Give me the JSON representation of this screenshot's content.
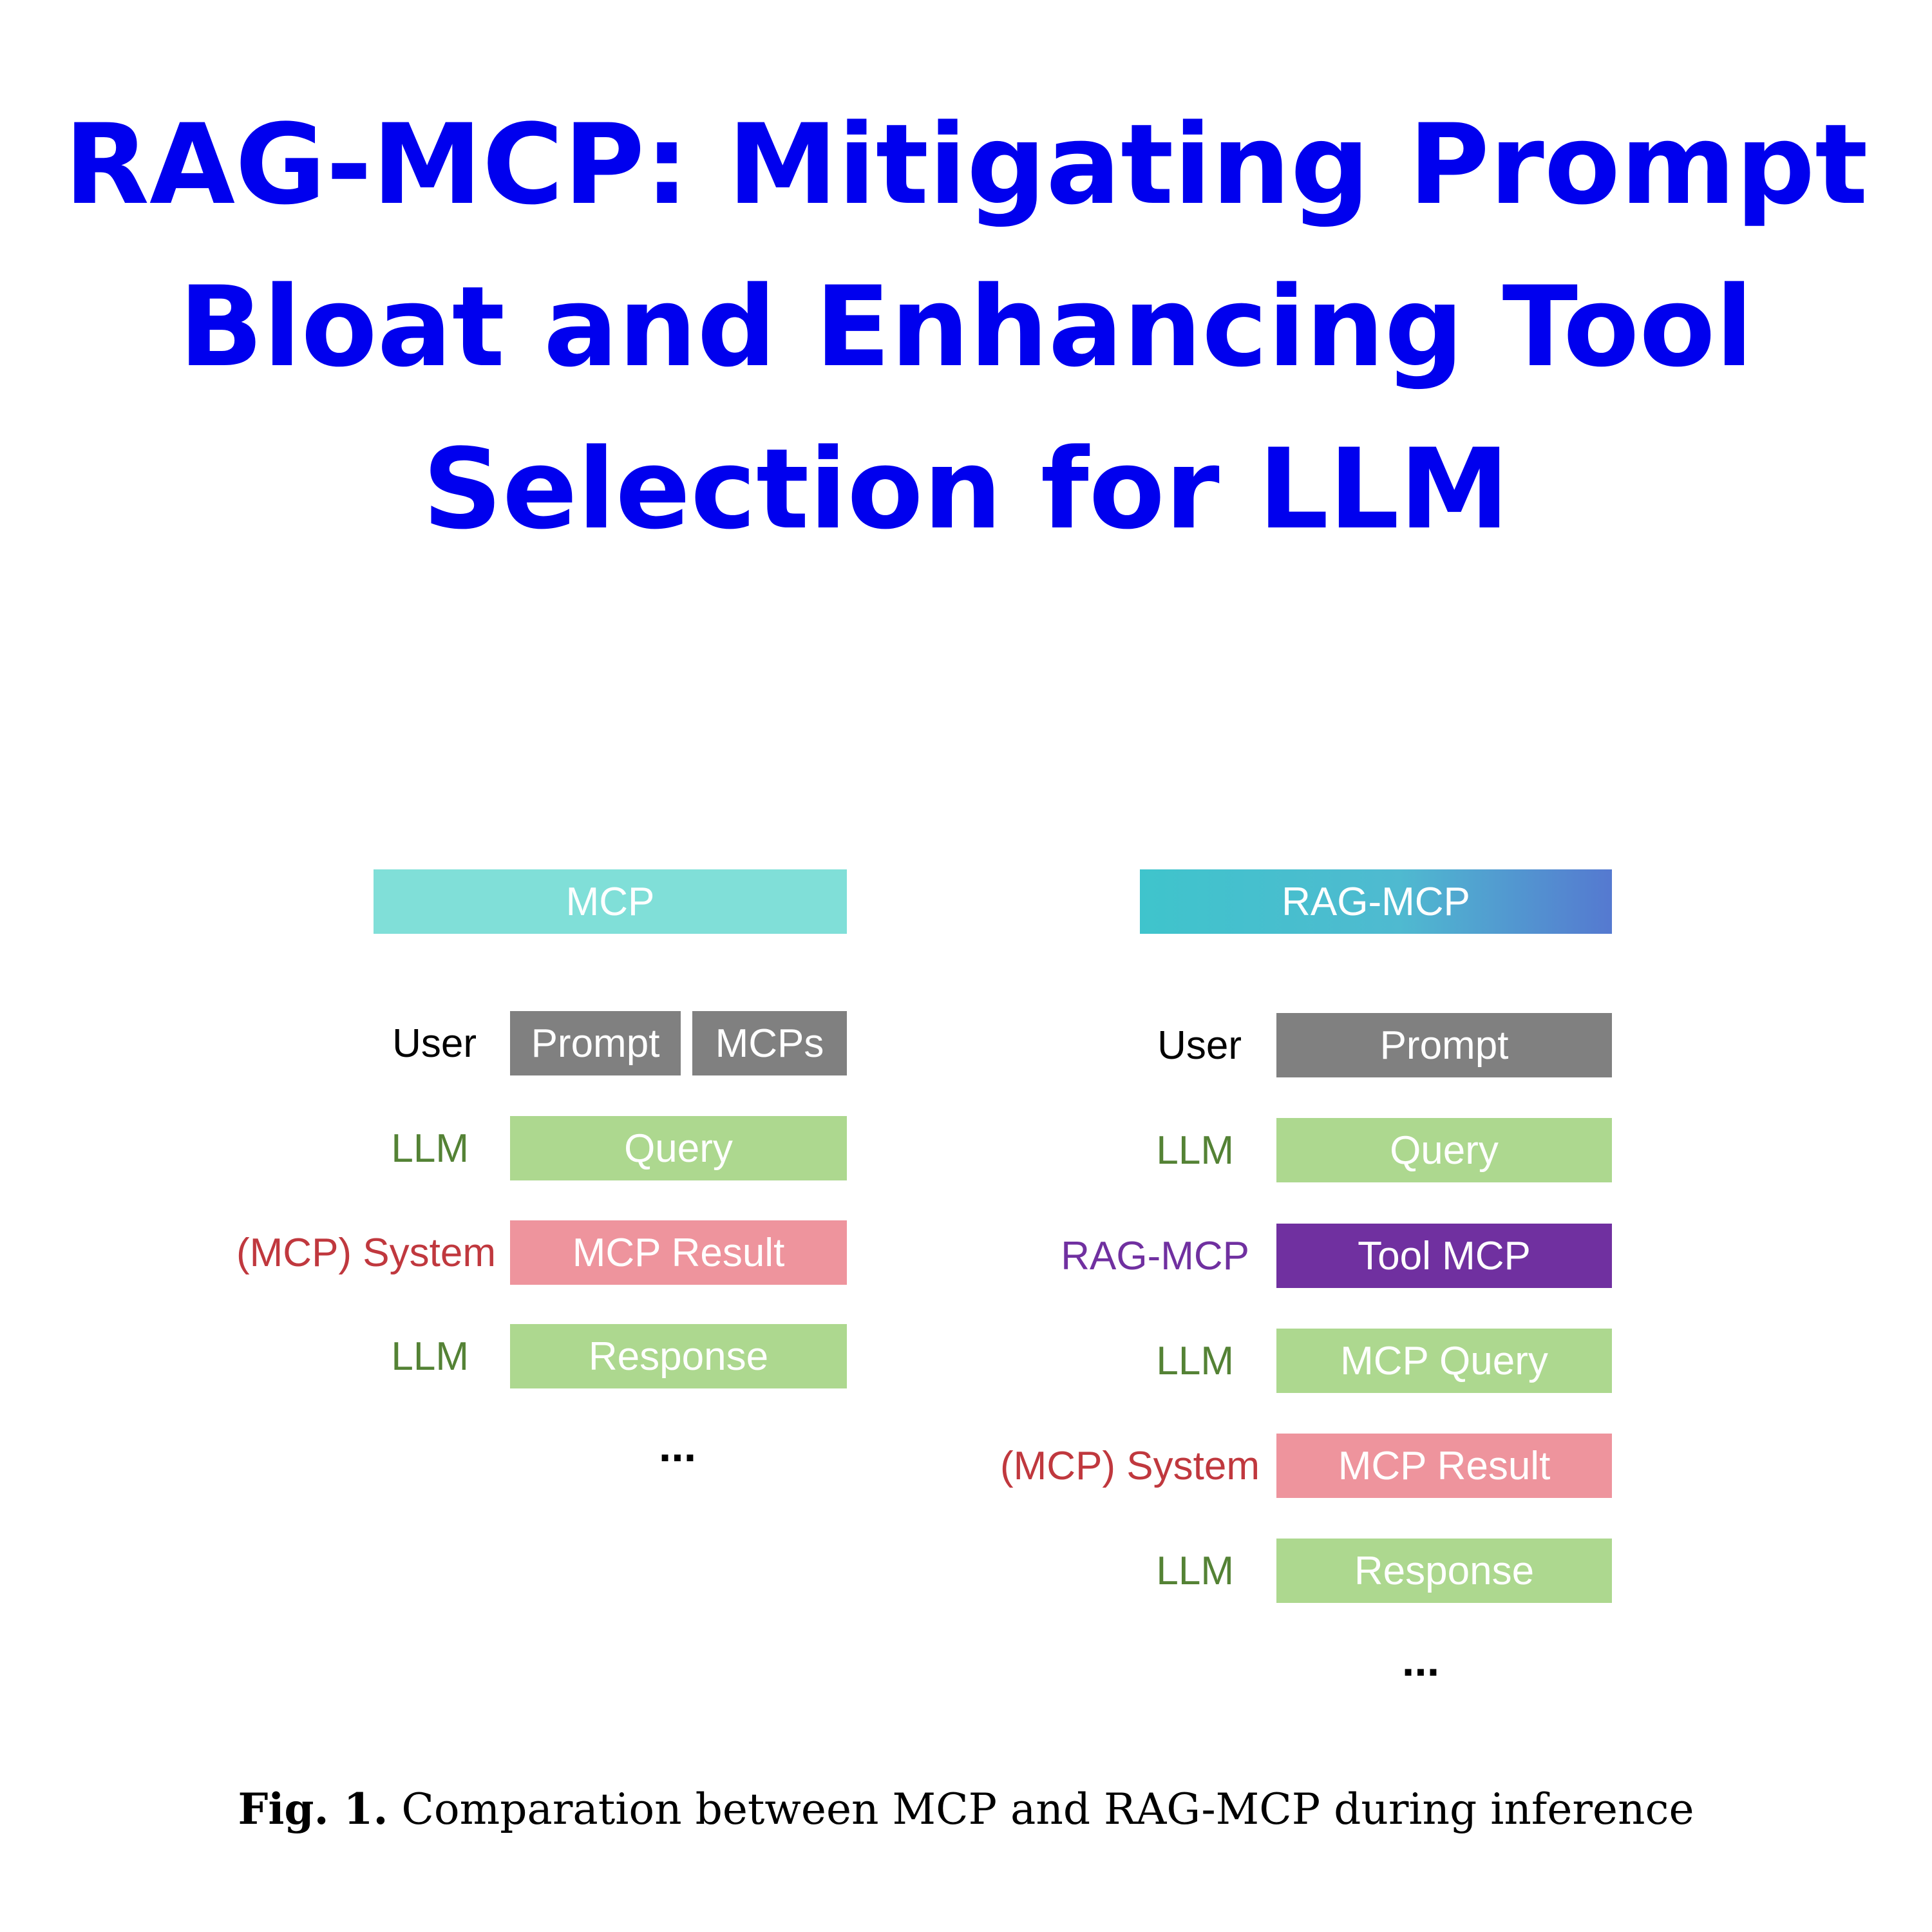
{
  "title": {
    "line1": "RAG-MCP: Mitigating Prompt",
    "line2": "Bloat and Enhancing Tool",
    "line3": "Selection for LLM"
  },
  "left_panel": {
    "header": "MCP",
    "rows": [
      {
        "role": "User",
        "boxes": [
          "Prompt",
          "MCPs"
        ]
      },
      {
        "role": "LLM",
        "box": "Query"
      },
      {
        "role": "(MCP) System",
        "box": "MCP Result"
      },
      {
        "role": "LLM",
        "box": "Response"
      }
    ],
    "ellipsis": "..."
  },
  "right_panel": {
    "header": "RAG-MCP",
    "rows": [
      {
        "role": "User",
        "box": "Prompt"
      },
      {
        "role": "LLM",
        "box": "Query"
      },
      {
        "role": "RAG-MCP",
        "box": "Tool MCP"
      },
      {
        "role": "LLM",
        "box": "MCP Query"
      },
      {
        "role": "(MCP) System",
        "box": "MCP Result"
      },
      {
        "role": "LLM",
        "box": "Response"
      }
    ],
    "ellipsis": "..."
  },
  "caption": {
    "label": "Fig. 1.",
    "text": "Comparation between MCP and RAG-MCP during inference"
  },
  "colors": {
    "title": "#0000ee",
    "user_box": "#808080",
    "llm_box": "#add88f",
    "system_box": "#ee949d",
    "rag_box": "#7030a0",
    "mcp_header": "#80dfd8",
    "rag_header_start": "#3fc4cc",
    "rag_header_end": "#5579d0",
    "llm_text": "#548235",
    "system_text": "#c0383e",
    "rag_text": "#7030a0"
  }
}
